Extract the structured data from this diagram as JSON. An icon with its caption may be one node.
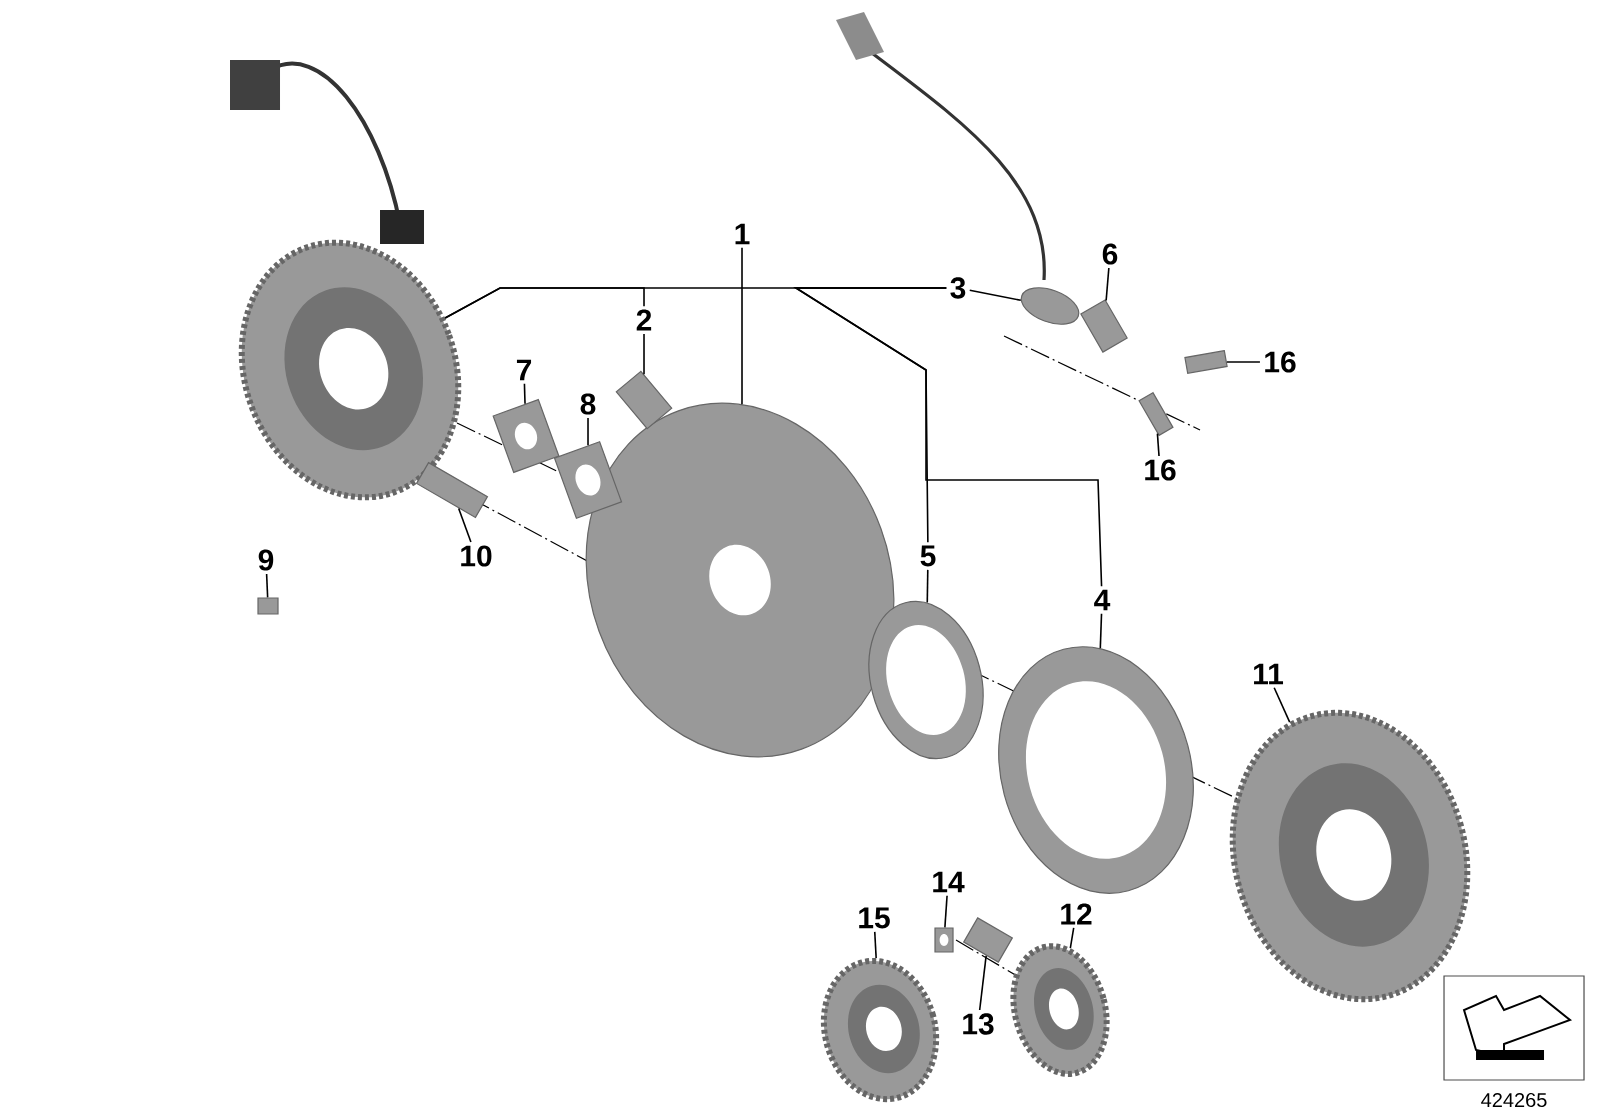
{
  "diagram": {
    "nodes": [
      {
        "text": [
          "1"
        ]
      },
      {
        "text": [
          "2"
        ]
      },
      {
        "text": [
          "3"
        ]
      },
      {
        "text": [
          "4"
        ]
      },
      {
        "text": [
          "5"
        ]
      },
      {
        "text": [
          "6"
        ]
      },
      {
        "text": [
          "7"
        ]
      },
      {
        "text": [
          "8"
        ]
      },
      {
        "text": [
          "9"
        ]
      },
      {
        "text": [
          "10"
        ]
      },
      {
        "text": [
          "11"
        ]
      },
      {
        "text": [
          "12"
        ]
      },
      {
        "text": [
          "13"
        ]
      },
      {
        "text": [
          "14"
        ]
      },
      {
        "text": [
          "15"
        ]
      },
      {
        "text": [
          "16"
        ]
      },
      {
        "text": [
          "16"
        ]
      },
      {
        "text": [],
        "shape": "picture"
      },
      {
        "text": [],
        "shape": "picture"
      },
      {
        "text": [],
        "shape": "picture"
      },
      {
        "text": [],
        "shape": "picture"
      },
      {
        "text": [],
        "shape": "picture"
      },
      {
        "text": [],
        "shape": "box"
      },
      {
        "text": [],
        "shape": "picture"
      },
      {
        "text": [],
        "shape": "picture"
      },
      {
        "text": [],
        "shape": "picture"
      },
      {
        "text": [],
        "shape": "picture"
      },
      {
        "text": [],
        "shape": "picture"
      },
      {
        "text": [],
        "shape": "picture"
      },
      {
        "text": [],
        "shape": "picture"
      },
      {
        "text": [],
        "shape": "picture"
      },
      {
        "text": [],
        "shape": "picture"
      },
      {
        "text": [],
        "shape": "picture"
      },
      {
        "text": [],
        "shape": "picture"
      },
      {
        "text": [],
        "shape": "picture"
      }
    ],
    "edges": [
      {
        "from": 0,
        "to": 18,
        "arrow": "none"
      },
      {
        "from": 1,
        "to": 19,
        "arrow": "none"
      },
      {
        "from": 2,
        "to": 31,
        "arrow": "none"
      },
      {
        "from": 2,
        "to": 17,
        "arrow": "none"
      },
      {
        "from": 1,
        "to": 17,
        "arrow": "none"
      },
      {
        "from": 2,
        "to": 4,
        "arrow": "none"
      },
      {
        "from": 2,
        "to": 3,
        "arrow": "none"
      },
      {
        "from": 3,
        "to": 25,
        "arrow": "none"
      },
      {
        "from": 4,
        "to": 24,
        "arrow": "none"
      },
      {
        "from": 5,
        "to": 32,
        "arrow": "none"
      },
      {
        "from": 6,
        "to": 20,
        "arrow": "none"
      },
      {
        "from": 7,
        "to": 21,
        "arrow": "none"
      },
      {
        "from": 8,
        "to": 22,
        "arrow": "none"
      },
      {
        "from": 9,
        "to": 23,
        "arrow": "none"
      },
      {
        "from": 10,
        "to": 26,
        "arrow": "none"
      },
      {
        "from": 11,
        "to": 27,
        "arrow": "none"
      },
      {
        "from": 12,
        "to": 28,
        "arrow": "none"
      },
      {
        "from": 13,
        "to": 29,
        "arrow": "none"
      },
      {
        "from": 14,
        "to": 30,
        "arrow": "none"
      },
      {
        "from": 15,
        "to": 33,
        "arrow": "none"
      },
      {
        "from": 16,
        "to": 34,
        "arrow": "none"
      }
    ],
    "labels": [
      "424265"
    ]
  }
}
